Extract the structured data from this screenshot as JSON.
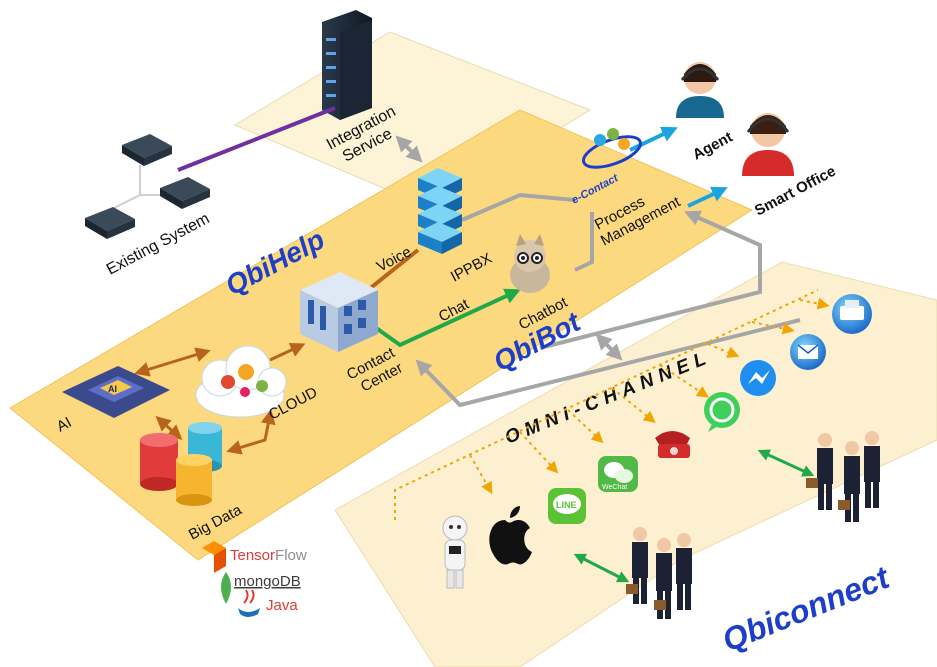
{
  "labels": {
    "integration_service_line1": "Integration",
    "integration_service_line2": "Service",
    "existing_system": "Existing System",
    "qbihelp": "QbiHelp",
    "qbibot": "QbiBot",
    "qbiconnect": "Qbiconnect",
    "omni_channel": "OMNI-CHANNEL",
    "voice": "Voice",
    "ippbx": "IPPBX",
    "chat": "Chat",
    "chatbot": "Chatbot",
    "contact_center_line1": "Contact",
    "contact_center_line2": "Center",
    "cloud": "CLOUD",
    "ai": "AI",
    "big_data": "Big Data",
    "process_management_line1": "Process",
    "process_management_line2": "Management",
    "econtact": "e-Contact",
    "agent": "Agent",
    "smart_office": "Smart Office",
    "ai_chip": "AI",
    "line_icon": "LINE",
    "wechat_icon": "WeChat"
  },
  "tech_logos": {
    "tensorflow_a": "Tensor",
    "tensorflow_b": "Flow",
    "mongodb": "mongoDB",
    "java": "Java"
  },
  "colors": {
    "platform": "#fcd97e",
    "accent_blue": "#1d3ec9",
    "arrow_brown": "#b8651c",
    "arrow_gray": "#a6a6a6",
    "arrow_green": "#21a84a",
    "arrow_cyan": "#1aa4e0",
    "link_purple": "#7030a0",
    "omni_dots": "#f0a500"
  },
  "icons": [
    "server-rack-icon",
    "network-switch-icon",
    "ippbx-stack-icon",
    "contact-center-building-icon",
    "cloud-gears-icon",
    "ai-chip-icon",
    "database-icon",
    "chatbot-cat-icon",
    "econtact-logo-icon",
    "agent-avatar-icon",
    "smart-office-avatar-icon",
    "robot-icon",
    "apple-icon",
    "line-icon",
    "wechat-icon",
    "telephone-icon",
    "whatsapp-icon",
    "messenger-icon",
    "email-icon",
    "fax-icon",
    "business-people-icon"
  ]
}
